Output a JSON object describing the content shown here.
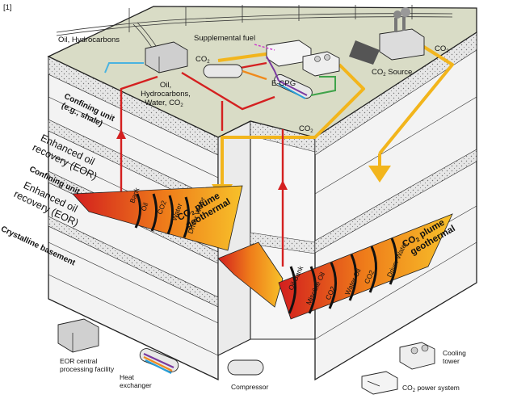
{
  "figure_ref": "[1]",
  "surface": {
    "oil_hydrocarbons": "Oil, Hydrocarbons",
    "supplemental_fuel": "Supplemental fuel",
    "co2": "CO",
    "co2_sub": "2",
    "products_l1": "Oil,",
    "products_l2": "Hydrocarbons,",
    "products_l3": "Water, CO",
    "ecpg": "E-CPG",
    "co2_source": "CO",
    "co2_source_rest": " Source"
  },
  "layers": {
    "confining_1_l1": "Confining unit",
    "confining_1_l2": "(e.g., shale)",
    "eor_1_l1": "Enhanced oil",
    "eor_1_l2": "recovery (EOR)",
    "confining_2": "Confining unit",
    "eor_2_l1": "Enhanced oil",
    "eor_2_l2": "recovery (EOR)",
    "basement": "Crystalline basement"
  },
  "plumes": {
    "left_l1": "CO",
    "left_l1_rest": " plume",
    "left_l2": "geothermal",
    "right_l1": "CO",
    "right_l1_rest": " plume",
    "right_l2": "geothermal"
  },
  "bands_left": [
    "Bank",
    "Oil",
    "CO2",
    "Water",
    "Driver Water"
  ],
  "bands_right": [
    "Oil Bank",
    "Miscible Oil",
    "CO2",
    "Water Oil",
    "CO2",
    "Driver Water"
  ],
  "legend": {
    "eor_l1": "EOR central",
    "eor_l2": "processing facility",
    "heat_l1": "Heat",
    "heat_l2": "exchanger",
    "compressor": "Compressor",
    "cooling_l1": "Cooling",
    "cooling_l2": "tower",
    "power": "CO",
    "power_rest": " power system"
  },
  "colors": {
    "surface": "#d9dcc6",
    "rock": "#f4f4f4",
    "sand": "#dcdcdc",
    "red_flow": "#d42020",
    "yellow_flow": "#f2b51c",
    "orange": "#f08a1c",
    "outline": "#222222"
  }
}
